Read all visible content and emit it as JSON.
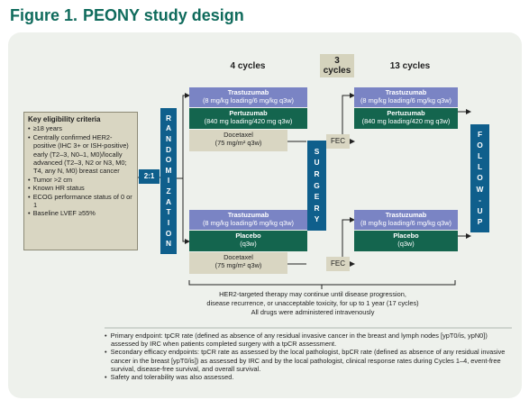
{
  "figure": {
    "label": "Figure 1.",
    "title": "PEONY study design"
  },
  "headers": {
    "cycles_left": "4 cycles",
    "cycles_mid_num": "3",
    "cycles_mid_word": "cycles",
    "cycles_right": "13 cycles"
  },
  "eligibility": {
    "title": "Key eligibility criteria",
    "items": [
      "≥18 years",
      "Centrally confirmed HER2-positive (IHC 3+ or ISH-positive) early (T2–3, N0–1, M0)/locally advanced (T2–3, N2 or N3, M0; T4, any N, M0) breast cancer",
      "Tumor >2 cm",
      "Known HR status",
      "ECOG performance status of 0 or 1",
      "Baseline LVEF ≥55%"
    ]
  },
  "ratio": "2:1",
  "bars": {
    "randomization": [
      "R",
      "A",
      "N",
      "D",
      "O",
      "M",
      "I",
      "Z",
      "A",
      "T",
      "I",
      "O",
      "N"
    ],
    "surgery": [
      "S",
      "U",
      "R",
      "G",
      "E",
      "R",
      "Y"
    ],
    "follow_up": [
      "F",
      "O",
      "L",
      "L",
      "O",
      "W",
      "-",
      "U",
      "P"
    ]
  },
  "arms": {
    "top_neo": {
      "trastuzumab": "Trastuzumab",
      "trastuzumab_dose": "(8 mg/kg loading/6 mg/kg q3w)",
      "pertuzumab": "Pertuzumab",
      "pertuzumab_dose": "(840 mg loading/420 mg q3w)",
      "docetaxel": "Docetaxel",
      "docetaxel_dose": "(75 mg/m² q3w)"
    },
    "top_adj": {
      "trastuzumab": "Trastuzumab",
      "trastuzumab_dose": "(8 mg/kg loading/6 mg/kg q3w)",
      "pertuzumab": "Pertuzumab",
      "pertuzumab_dose": "(840 mg loading/420 mg q3w)"
    },
    "bottom_neo": {
      "trastuzumab": "Trastuzumab",
      "trastuzumab_dose": "(8 mg/kg loading/6 mg/kg q3w)",
      "placebo": "Placebo",
      "placebo_dose": "(q3w)",
      "docetaxel": "Docetaxel",
      "docetaxel_dose": "(75 mg/m² q3w)"
    },
    "bottom_adj": {
      "trastuzumab": "Trastuzumab",
      "trastuzumab_dose": "(8 mg/kg loading/6 mg/kg q3w)",
      "placebo": "Placebo",
      "placebo_dose": "(q3w)"
    },
    "fec_top": "FEC",
    "fec_bottom": "FEC"
  },
  "notes": {
    "line1": "HER2-targeted therapy may continue until disease progression,",
    "line2": "disease recurrence, or unacceptable toxicity, for up to 1 year (17 cycles)",
    "line3": "All drugs were administered intravenously"
  },
  "endpoints": [
    "Primary endpoint: tpCR rate (defined as absence of any residual invasive cancer in the breast and lymph nodes [ypT0/is, ypN0]) assessed by IRC when patients completed surgery with a tpCR assessment.",
    "Secondary efficacy endpoints: tpCR rate as assessed by the local pathologist, bpCR rate (defined as absence of any residual invasive cancer in the breast [ypT0/is]) as assessed by IRC and by the local pathologist, clinical response rates during Cycles 1–4, event-free survival, disease-free survival, and overall survival.",
    "Safety and tolerability was also assessed."
  ],
  "colors": {
    "title": "#0f6b5c",
    "panel": "#eef1ec",
    "bar_blue": "#0f5f8c",
    "trastuzumab": "#7a84c4",
    "pertuzumab": "#14654e",
    "beige": "#d9d6c2"
  }
}
